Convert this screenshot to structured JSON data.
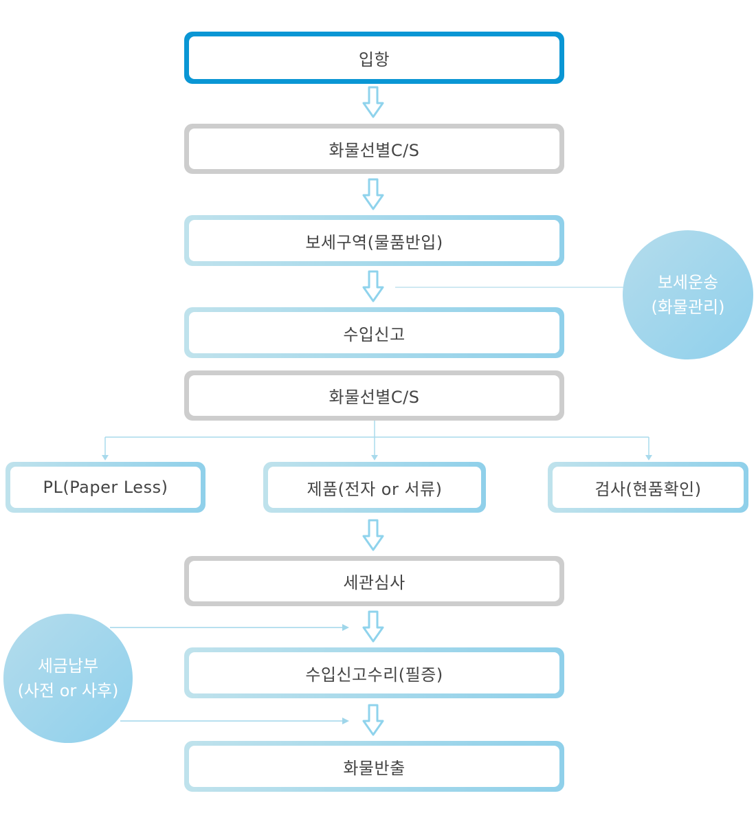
{
  "nodes": {
    "entry": "입항",
    "cargo_screen_1": "화물선별C/S",
    "bonded_area": "보세구역(물품반입)",
    "import_declaration": "수입신고",
    "cargo_screen_2": "화물선별C/S",
    "paperless": "PL(Paper Less)",
    "product_docs": "제품(전자 or 서류)",
    "inspection": "검사(현품확인)",
    "customs_review": "세관심사",
    "declaration_accepted": "수입신고수리(필증)",
    "cargo_release": "화물반출"
  },
  "circles": {
    "bonded_transport": {
      "line1": "보세운송",
      "line2": "(화물관리)"
    },
    "tax_payment": {
      "line1": "세금납부",
      "line2": "(사전 or 사후)"
    }
  },
  "colors": {
    "primary_blue": "#0a96d4",
    "frame_gray": "#cdcdcd",
    "frame_light_blue": "#9fd6ea",
    "arrow_blue": "#8fd3ec",
    "connector_line": "#bfe2ee"
  }
}
